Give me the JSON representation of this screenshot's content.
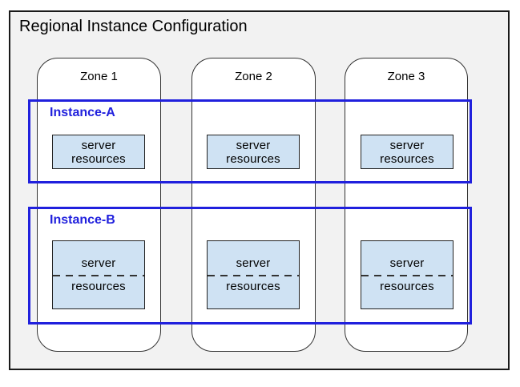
{
  "diagram": {
    "title": "Regional Instance Configuration",
    "zones": [
      {
        "label": "Zone 1"
      },
      {
        "label": "Zone 2"
      },
      {
        "label": "Zone 3"
      }
    ],
    "instances": [
      {
        "label": "Instance-A",
        "spans_zones": [
          "Zone 1",
          "Zone 2",
          "Zone 3"
        ],
        "server_boxes": [
          {
            "line1": "server",
            "line2": "resources",
            "split_divider": false
          },
          {
            "line1": "server",
            "line2": "resources",
            "split_divider": false
          },
          {
            "line1": "server",
            "line2": "resources",
            "split_divider": false
          }
        ]
      },
      {
        "label": "Instance-B",
        "spans_zones": [
          "Zone 1",
          "Zone 2",
          "Zone 3"
        ],
        "server_boxes": [
          {
            "line1": "server",
            "line2": "resources",
            "split_divider": true
          },
          {
            "line1": "server",
            "line2": "resources",
            "split_divider": true
          },
          {
            "line1": "server",
            "line2": "resources",
            "split_divider": true
          }
        ]
      }
    ]
  },
  "colors": {
    "region_bg": "#f2f2f2",
    "region_border": "#1a1a1a",
    "title_text": "#000000",
    "zone_bg": "#ffffff",
    "zone_border": "#333333",
    "zone_text": "#000000",
    "instance_border": "#2020dd",
    "instance_label": "#2020dd",
    "server_bg": "#cfe2f3",
    "server_border": "#222222",
    "server_text": "#000000",
    "divider_color": "#333333"
  }
}
